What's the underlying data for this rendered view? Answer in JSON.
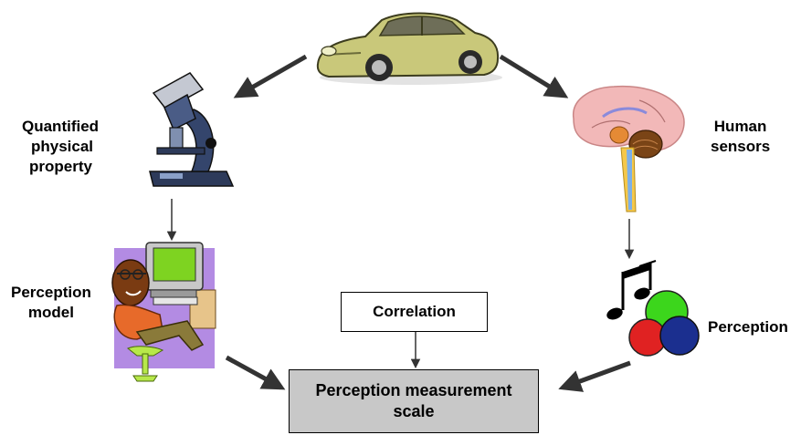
{
  "labels": {
    "quantified": [
      "Quantified",
      "physical",
      "property"
    ],
    "human_sensors": [
      "Human",
      "sensors"
    ],
    "perception_model": [
      "Perception",
      "model"
    ],
    "perception": "Perception",
    "correlation": "Correlation",
    "scale": [
      "Perception measurement",
      "scale"
    ]
  },
  "icons": {
    "car": "sports-car-icon",
    "microscope": "microscope-icon",
    "brain": "brain-icon",
    "computer_user": "person-at-computer-icon",
    "perception": "music-notes-color-circles-icon"
  },
  "colors": {
    "car_body": "#c9c87a",
    "scale_box": "#c8c8c8",
    "correlation_box": "#ffffff",
    "computer_bg": "#b38be3",
    "screen": "#7ed321",
    "circle_green": "#3cd61c",
    "circle_red": "#e02222",
    "circle_blue": "#1b2f8f",
    "brain": "#f2b8b8",
    "arrow": "#333333"
  }
}
